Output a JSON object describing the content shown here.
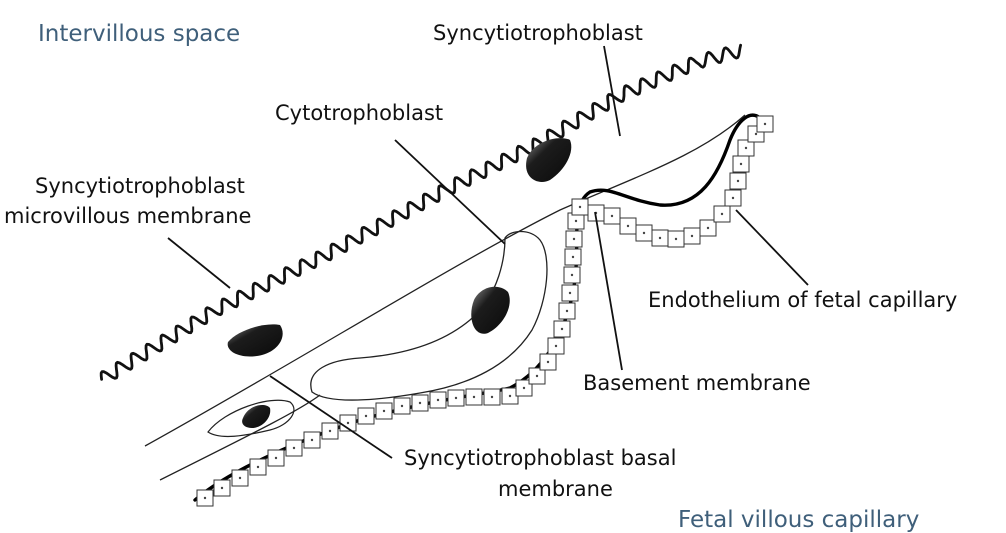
{
  "regions": {
    "intervillous_space": "Intervillous space",
    "fetal_villous_capillary": "Fetal villous capillary"
  },
  "labels": {
    "syncytiotrophoblast": "Syncytiotrophoblast",
    "cytotrophoblast": "Cytotrophoblast",
    "microvillous_line1": "Syncytiotrophoblast",
    "microvillous_line2": "microvillous membrane",
    "endothelium": "Endothelium of fetal capillary",
    "basement_membrane": "Basement membrane",
    "basal_line1": "Syncytiotrophoblast basal",
    "basal_line2": "membrane"
  },
  "colors": {
    "region_text": "#3f5f7a",
    "label_text": "#111111",
    "nucleus": "#1c1c1c"
  }
}
